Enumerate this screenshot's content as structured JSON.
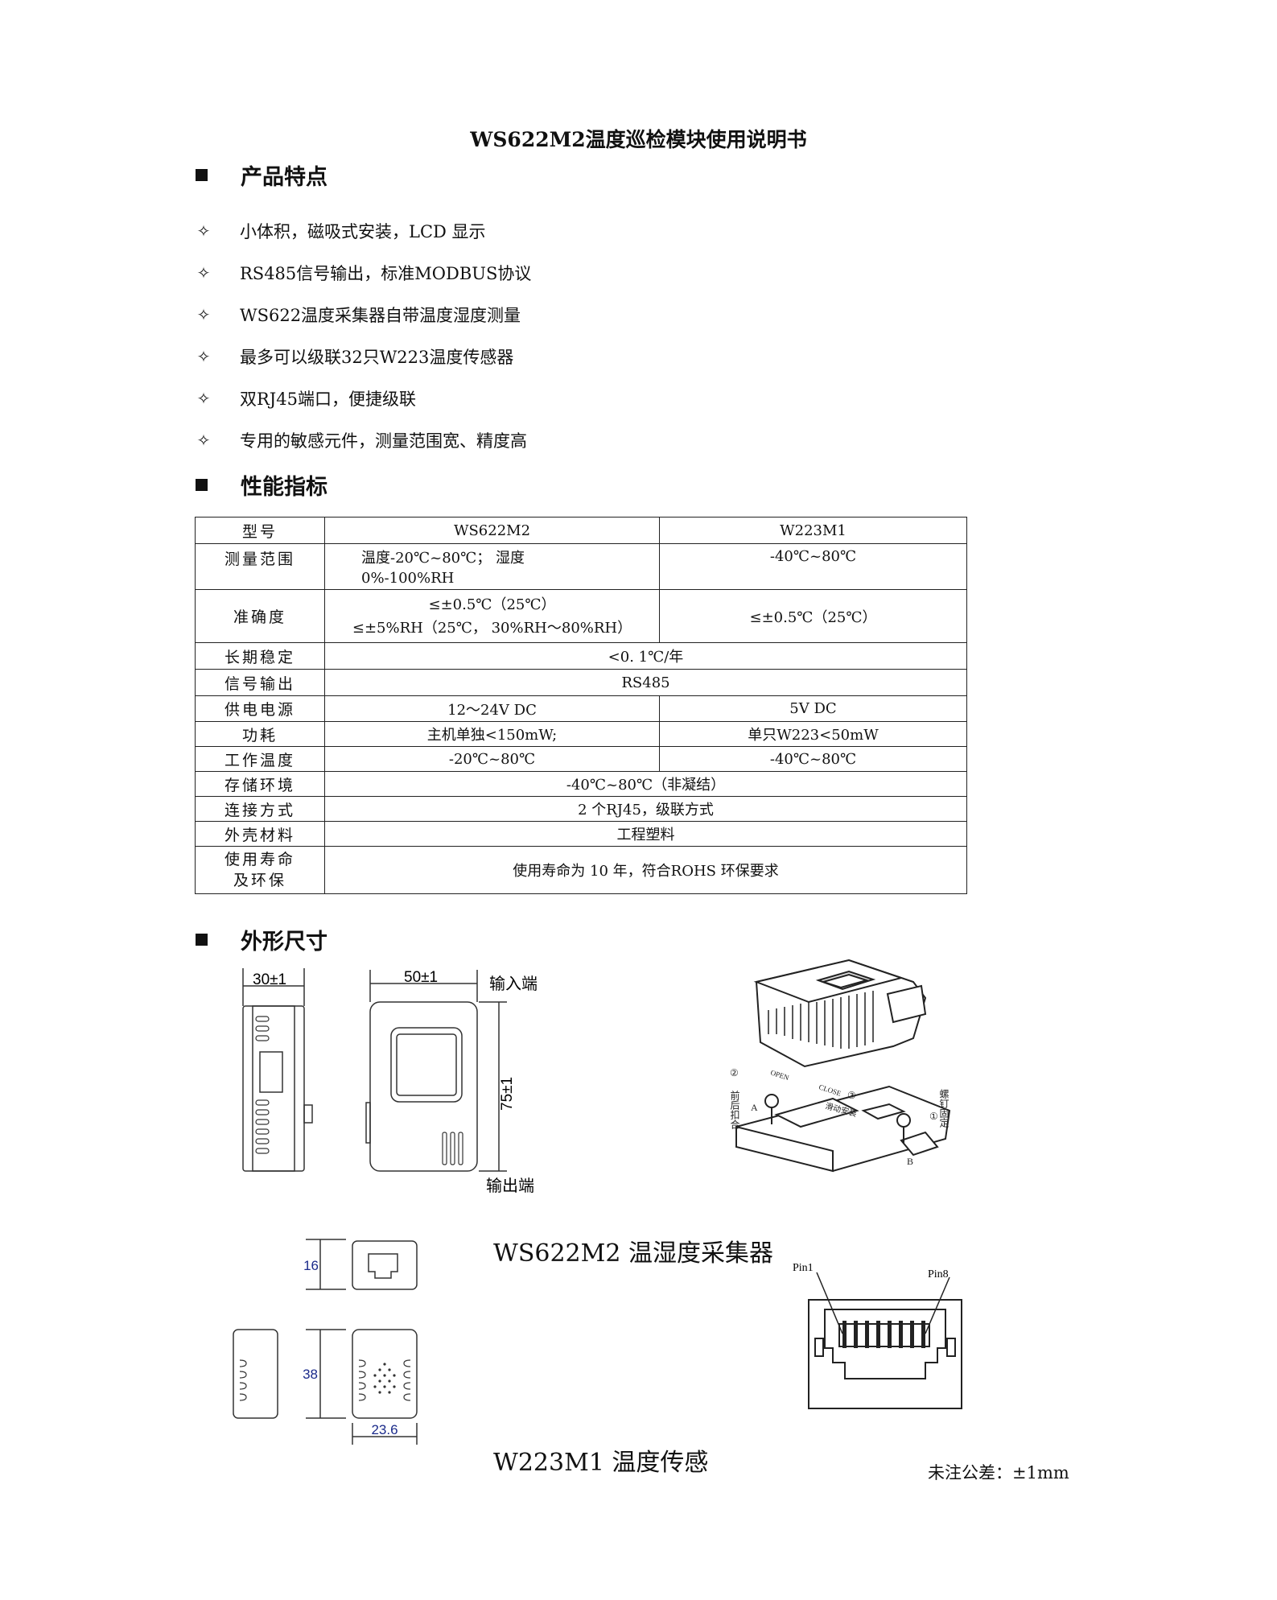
{
  "doc": {
    "title": "WS622M2温度巡检模块使用说明书"
  },
  "sections": {
    "features": "产品特点",
    "specs": "性能指标",
    "dimensions": "外形尺寸"
  },
  "features": [
    "小体积，磁吸式安装，LCD 显示",
    "RS485信号输出，标准MODBUS协议",
    "WS622温度采集器自带温度湿度测量",
    "最多可以级联32只W223温度传感器",
    "双RJ45端口，便捷级联",
    "专用的敏感元件，测量范围宽、精度高"
  ],
  "table": {
    "header": {
      "label": "型号",
      "col1": "WS622M2",
      "col2": "W223M1"
    },
    "range": {
      "label": "测量范围",
      "col1_a": "温度-20℃~80℃；  湿度",
      "col1_b": "0%-100%RH",
      "col2": "-40℃~80℃"
    },
    "accuracy": {
      "label": "准确度",
      "col1_a": "≤±0.5℃（25℃）",
      "col1_b": "≤±5%RH（25℃， 30%RH～80%RH）",
      "col2": "≤±0.5℃（25℃）"
    },
    "stability": {
      "label": "长期稳定",
      "value": "<0. 1℃/年"
    },
    "signal": {
      "label": "信号输出",
      "value": "RS485"
    },
    "power": {
      "label": "供电电源",
      "col1": "12～24V DC",
      "col2": "5V DC"
    },
    "consumption": {
      "label": "功耗",
      "col1": "主机单独<150mW;",
      "col2": "单只W223<50mW"
    },
    "work_temp": {
      "label": "工作温度",
      "col1": "-20℃~80℃",
      "col2": "-40℃~80℃"
    },
    "storage": {
      "label": "存储环境",
      "value": "-40℃~80℃（非凝结）"
    },
    "connection": {
      "label": "连接方式",
      "value": "2 个RJ45，级联方式"
    },
    "material": {
      "label": "外壳材料",
      "value": "工程塑料"
    },
    "life": {
      "label_a": "使用寿命",
      "label_b": "及环保",
      "value": "使用寿命为 10 年，符合ROHS 环保要求"
    }
  },
  "drawing1": {
    "dim_width_side": "30±1",
    "dim_width_front": "50±1",
    "dim_height": "75±1",
    "input_port": "输入端",
    "output_port": "输出端",
    "iso_labels": {
      "step2": "②",
      "front_back": "前后扣合",
      "open": "OPEN",
      "close": "CLOSE",
      "step3": "③",
      "slide": "滑动安装",
      "step1": "①",
      "screw": "螺钉固定",
      "a": "A",
      "b": "B"
    }
  },
  "drawing2": {
    "caption_ws": "WS622M2 温湿度采集器",
    "dim_16": "16",
    "dim_38": "38",
    "dim_23_6": "23.6",
    "pin1": "Pin1",
    "pin8": "Pin8",
    "caption_w223": "W223M1 温度传感",
    "tolerance": "未注公差：±1mm"
  }
}
